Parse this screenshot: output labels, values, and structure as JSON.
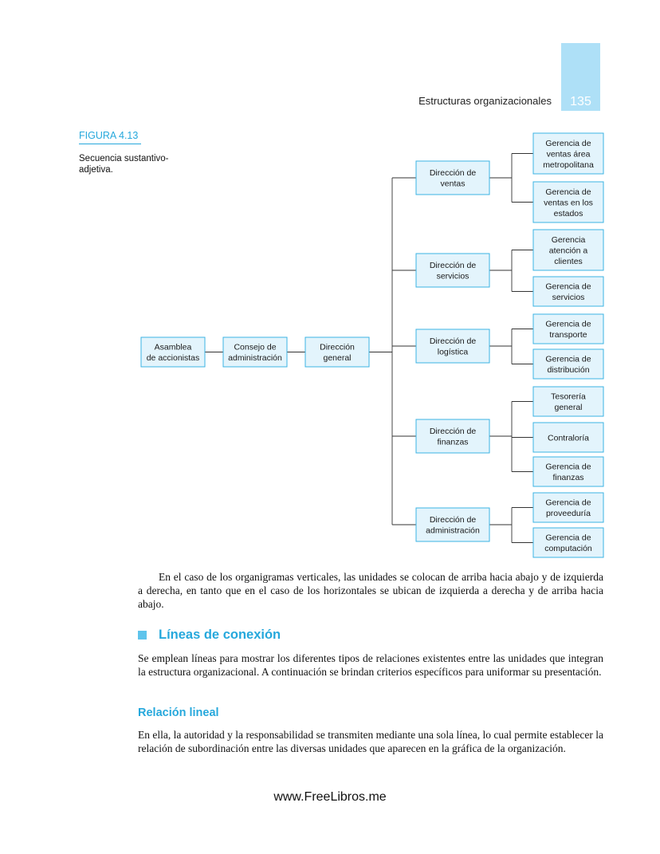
{
  "header": {
    "running_title": "Estructuras organizacionales",
    "page_number": "135"
  },
  "figure": {
    "label": "FIGURA 4.13",
    "caption": "Secuencia sustantivo-adjetiva.",
    "nodes": {
      "asamblea": [
        "Asamblea",
        "de accionistas"
      ],
      "consejo": [
        "Consejo de",
        "administración"
      ],
      "direccion_general": [
        "Dirección",
        "general"
      ],
      "d_ventas": [
        "Dirección de",
        "ventas"
      ],
      "d_servicios": [
        "Dirección de",
        "servicios"
      ],
      "d_logistica": [
        "Dirección de",
        "logística"
      ],
      "d_finanzas": [
        "Dirección de",
        "finanzas"
      ],
      "d_administracion": [
        "Dirección de",
        "administración"
      ],
      "g_ventas_area": [
        "Gerencia de",
        "ventas área",
        "metropolitana"
      ],
      "g_ventas_estados": [
        "Gerencia de",
        "ventas en los",
        "estados"
      ],
      "g_atencion": [
        "Gerencia",
        "atención a",
        "clientes"
      ],
      "g_servicios": [
        "Gerencia de",
        "servicios"
      ],
      "g_transporte": [
        "Gerencia de",
        "transporte"
      ],
      "g_distribucion": [
        "Gerencia de",
        "distribución"
      ],
      "tesoreria": [
        "Tesorería",
        "general"
      ],
      "contraloria": [
        "Contraloría"
      ],
      "g_finanzas": [
        "Gerencia de",
        "finanzas"
      ],
      "g_proveeduria": [
        "Gerencia de",
        "proveeduría"
      ],
      "g_computacion": [
        "Gerencia de",
        "computación"
      ]
    }
  },
  "body": {
    "paragraph1": "En el caso de los organigramas verticales, las unidades se colocan de arriba hacia abajo y de izquierda a derecha, en tanto que en el caso de los horizontales se ubican de izquierda a derecha y de arriba hacia abajo.",
    "section_title": "Líneas de conexión",
    "paragraph2": "Se emplean líneas para mostrar los diferentes tipos de relaciones existentes entre las unidades que integran la estructura organizacional. A continuación se brindan criterios específicos para uniformar su presentación.",
    "subsection_title": "Relación lineal",
    "paragraph3": "En ella, la autoridad y la responsabilidad se transmiten mediante una sola línea, lo cual permite establecer la relación de subordinación entre las diversas unidades que aparecen en la gráfica de la organización."
  },
  "footer": {
    "watermark": "www.FreeLibros.me"
  },
  "colors": {
    "accent": "#26a8dc",
    "box_fill": "#e3f4fc",
    "box_stroke": "#3bb3e3",
    "tab": "#aee0f7"
  }
}
